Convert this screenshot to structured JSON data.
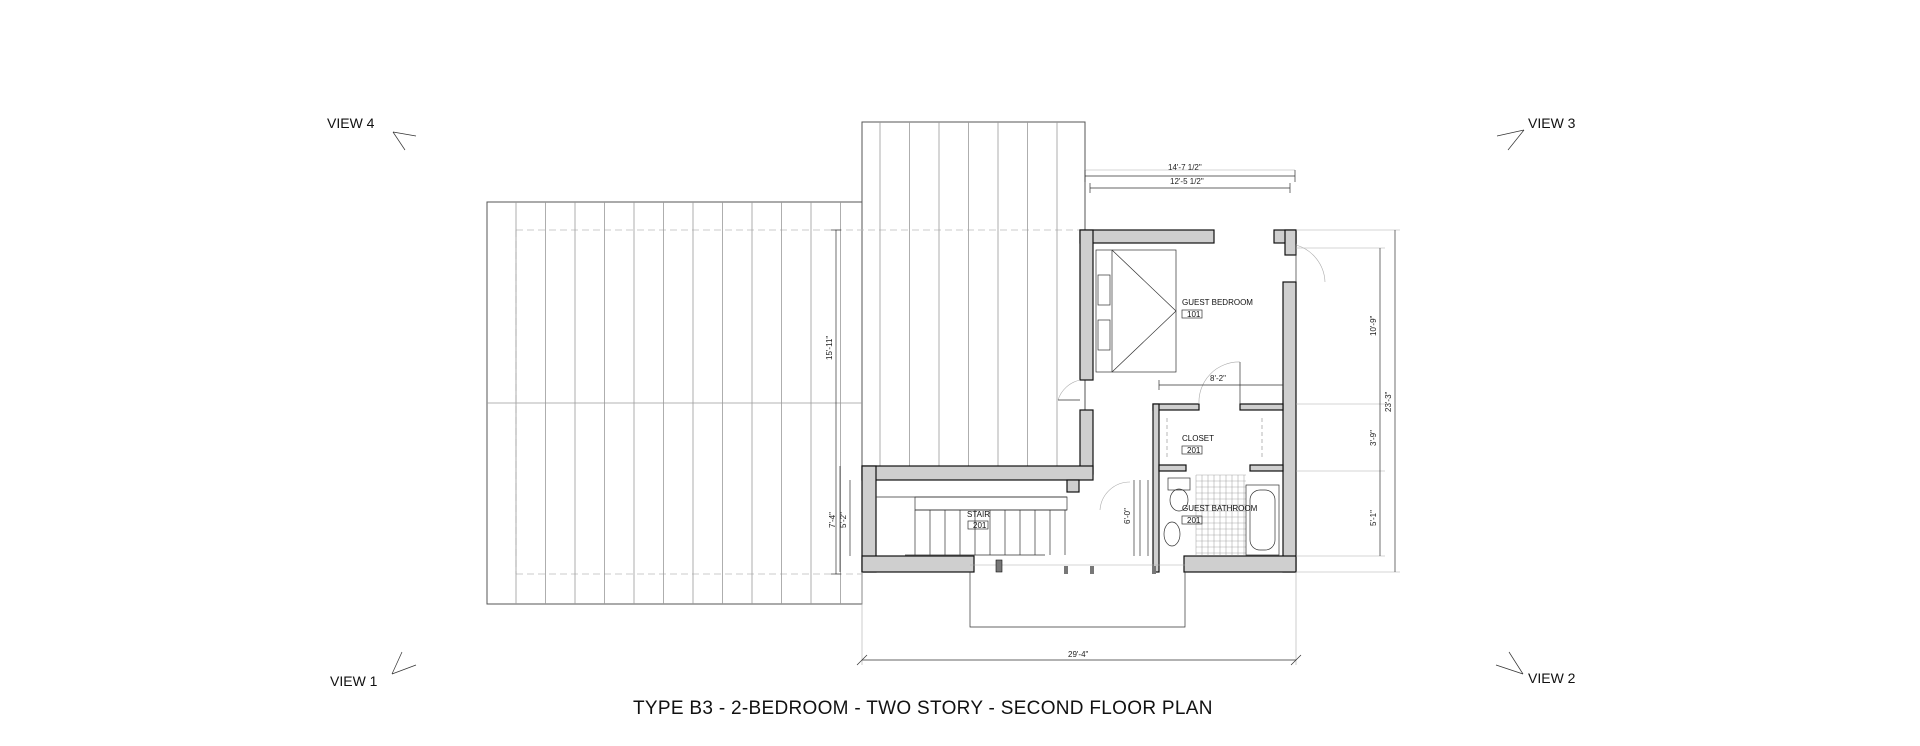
{
  "views": {
    "view1": "VIEW 1",
    "view2": "VIEW 2",
    "view3": "VIEW 3",
    "view4": "VIEW 4"
  },
  "title": "TYPE B3 - 2-BEDROOM - TWO STORY - SECOND FLOOR PLAN",
  "rooms": {
    "guest_bedroom": {
      "name": "GUEST BEDROOM",
      "number": "101"
    },
    "closet": {
      "name": "CLOSET",
      "number": "201"
    },
    "guest_bathroom": {
      "name": "GUEST BATHROOM",
      "number": "201"
    },
    "stair": {
      "name": "STAIR",
      "number": "201"
    }
  },
  "dimensions": {
    "top_overall": "14'-7 1/2\"",
    "top_inner": "12'-5 1/2\"",
    "closet_width": "8'-2\"",
    "bottom_overall": "29'-4\"",
    "left_roof_height": "15'-11\"",
    "stair_outer": "7'-4\"",
    "stair_inner": "5'-2\"",
    "hall_opening": "6'-0\"",
    "right_bedroom": "10'-9\"",
    "right_closet": "3'-9\"",
    "right_bath": "5'-1\"",
    "right_overall": "23'-3\""
  },
  "colors": {
    "wall_fill": "#cfcfcf",
    "line": "#111111",
    "roof_line": "#9a9a9a"
  }
}
